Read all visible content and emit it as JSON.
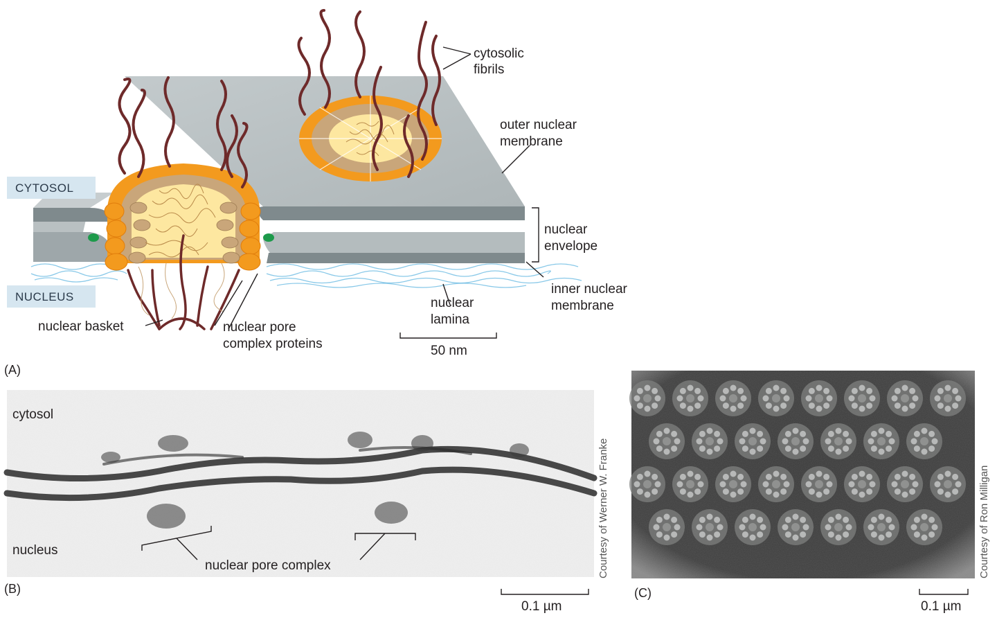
{
  "panel_a": {
    "tag": "(A)",
    "cytosol_box": "CYTOSOL",
    "nucleus_box": "NUCLEUS",
    "cytosolic_fibrils": [
      "cytosolic",
      "fibrils"
    ],
    "outer_membrane": [
      "outer nuclear",
      "membrane"
    ],
    "nuclear_envelope": [
      "nuclear",
      "envelope"
    ],
    "inner_membrane": [
      "inner nuclear",
      "membrane"
    ],
    "nuclear_lamina": [
      "nuclear",
      "lamina"
    ],
    "nuclear_basket": "nuclear basket",
    "pore_proteins": [
      "nuclear pore",
      "complex proteins"
    ],
    "scale": "50 nm"
  },
  "panel_b": {
    "tag": "(B)",
    "cytosol": "cytosol",
    "nucleus": "nucleus",
    "npc": "nuclear pore complex",
    "credit": "Courtesy of Werner W. Franke",
    "scale": "0.1 µm"
  },
  "panel_c": {
    "tag": "(C)",
    "credit": "Courtesy of Ron Milligan",
    "scale": "0.1 µm"
  },
  "colors": {
    "membrane": "#b7bec0",
    "membrane_dark": "#7f8a8d",
    "fibril": "#6e2a2a",
    "ring_orange": "#f39a1e",
    "ring_tan": "#c9a67a",
    "core_yellow": "#fde7a0",
    "lamina": "#7cc3e6",
    "box_fill": "#d6e6f0"
  }
}
